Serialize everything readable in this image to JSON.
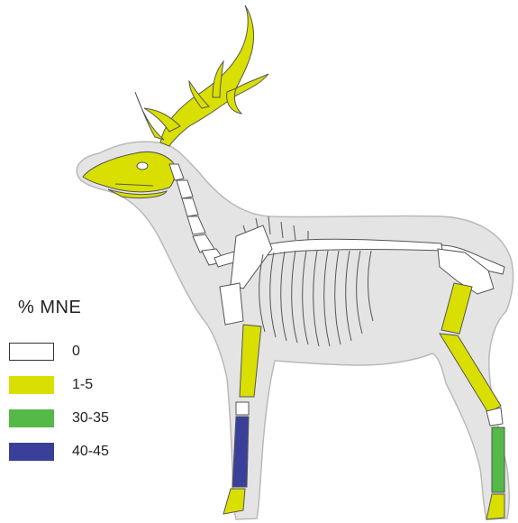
{
  "legend": {
    "title": "% MNE",
    "items": [
      {
        "label": "0",
        "color": "#ffffff",
        "name": "zero"
      },
      {
        "label": "1-5",
        "color": "#d9df00",
        "name": "one-to-five"
      },
      {
        "label": "30-35",
        "color": "#55b947",
        "name": "thirty-to-thirty-five"
      },
      {
        "label": "40-45",
        "color": "#3a3f99",
        "name": "forty-to-forty-five"
      }
    ]
  },
  "colors": {
    "body_fill": "#e4e4e4",
    "body_outline": "#b9b9b9",
    "bone_outline": "#555555",
    "unrepresented": "#ffffff",
    "low": "#d9df00",
    "mid": "#55b947",
    "high": "#3a3f99"
  }
}
